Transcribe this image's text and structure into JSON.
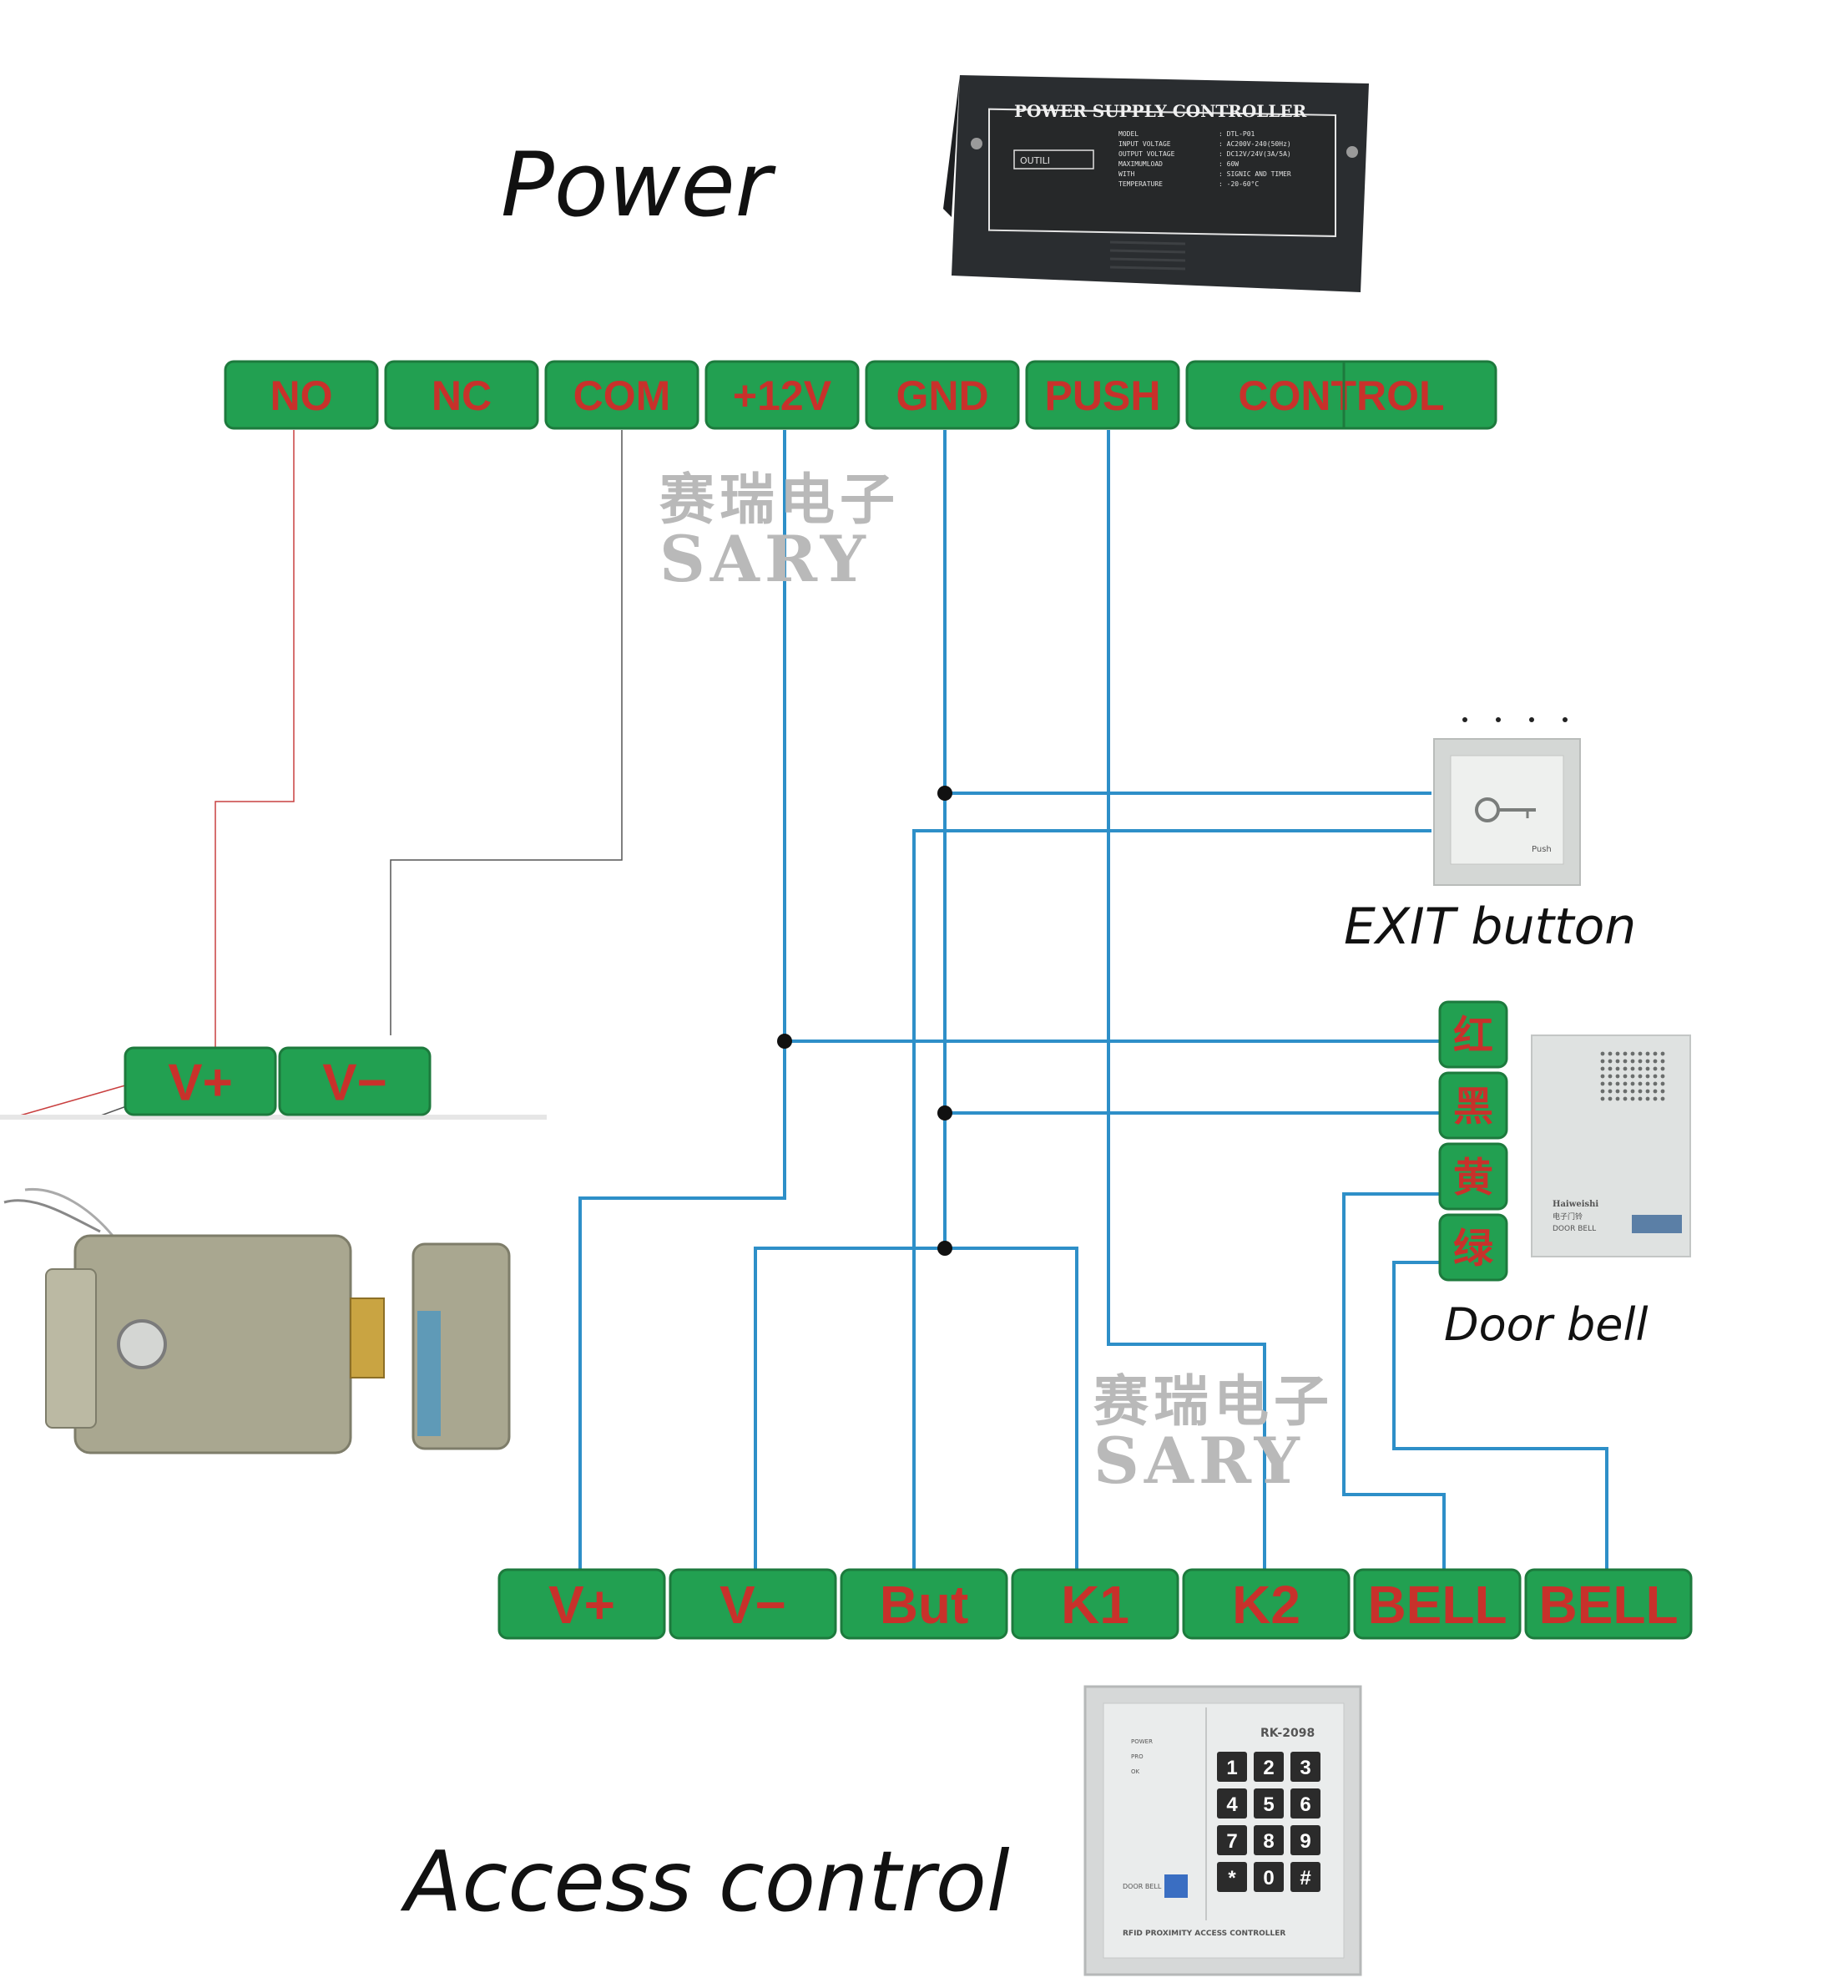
{
  "labels": {
    "power": "Power",
    "exit_button": "EXIT button",
    "door_bell": "Door bell",
    "access_control": "Access control"
  },
  "power_supply": {
    "title": "POWER SUPPLY CONTROLLER",
    "spec_keys": [
      "MODEL",
      "INPUT VOLTAGE",
      "OUTPUT VOLTAGE",
      "MAXIMUMLOAD",
      "WITH",
      "TEMPERATURE"
    ],
    "spec_values": [
      ": DTL-P01",
      ": AC200V-240(50Hz)",
      ": DC12V/24V(3A/5A)",
      ": 60W",
      ": SIGNIC AND TIMER",
      ": -20-60°C"
    ],
    "badge": "OUTILI"
  },
  "top_terminals": [
    "NO",
    "NC",
    "COM",
    "+12V",
    "GND",
    "PUSH",
    "CONTROL"
  ],
  "lock_terminals": [
    "V+",
    "V−"
  ],
  "bottom_terminals": [
    "V+",
    "V−",
    "But",
    "K1",
    "K2",
    "BELL",
    "BELL"
  ],
  "bell_wires": [
    "红",
    "黑",
    "黄",
    "绿"
  ],
  "exit_button_text": "Push",
  "doorbell_device": {
    "brand": "Haiweishi",
    "line1": "电子门铃",
    "line2": "DOOR BELL"
  },
  "keypad": {
    "model": "RK-2098",
    "indicators": [
      "POWER",
      "PRO",
      "OK"
    ],
    "keys": [
      "1",
      "2",
      "3",
      "4",
      "5",
      "6",
      "7",
      "8",
      "9",
      "*",
      "0",
      "#"
    ],
    "bell_label": "DOOR BELL",
    "footer": "RFID PROXIMITY ACCESS CONTROLLER"
  },
  "watermarks": [
    {
      "cn": "赛瑞电子",
      "en": "SARY"
    },
    {
      "cn": "赛瑞电子",
      "en": "SARY"
    }
  ],
  "colors": {
    "wire": "#2e8fc8",
    "lock_wire": "#c94040",
    "lock_wire2": "#555555",
    "terminal_fill": "#22a051",
    "terminal_border": "#1d7a3d",
    "terminal_text": "#c8312b"
  }
}
